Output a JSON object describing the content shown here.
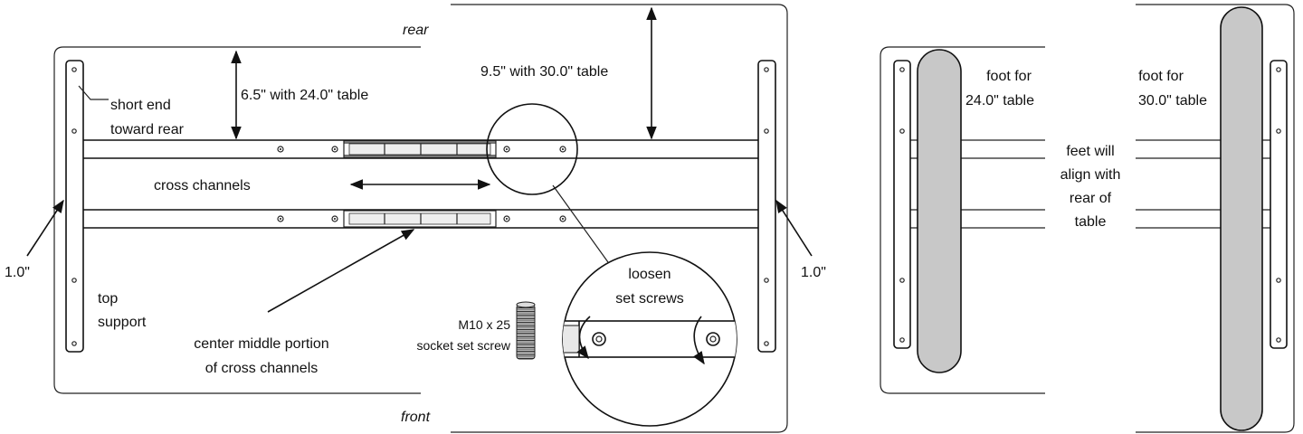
{
  "left_diagram": {
    "rear_label": "rear",
    "front_label": "front",
    "dim_24": "6.5\" with 24.0\" table",
    "dim_30": "9.5\" with 30.0\" table",
    "short_end_line1": "short end",
    "short_end_line2": "toward rear",
    "cross_channels": "cross channels",
    "left_offset": "1.0\"",
    "right_offset": "1.0\"",
    "top_support_line1": "top",
    "top_support_line2": "support",
    "center_line1": "center middle portion",
    "center_line2": "of cross channels",
    "screw_line1": "M10 x 25",
    "screw_line2": "socket set screw",
    "loosen_line1": "loosen",
    "loosen_line2": "set screws"
  },
  "right_diagram": {
    "foot24_line1": "foot for",
    "foot24_line2": "24.0\" table",
    "foot30_line1": "foot for",
    "foot30_line2": "30.0\" table",
    "align_line1": "feet will",
    "align_line2": "align with",
    "align_line3": "rear of",
    "align_line4": "table"
  },
  "colors": {
    "line": "#111111",
    "foot_fill": "#c8c8c8",
    "background": "#ffffff"
  }
}
